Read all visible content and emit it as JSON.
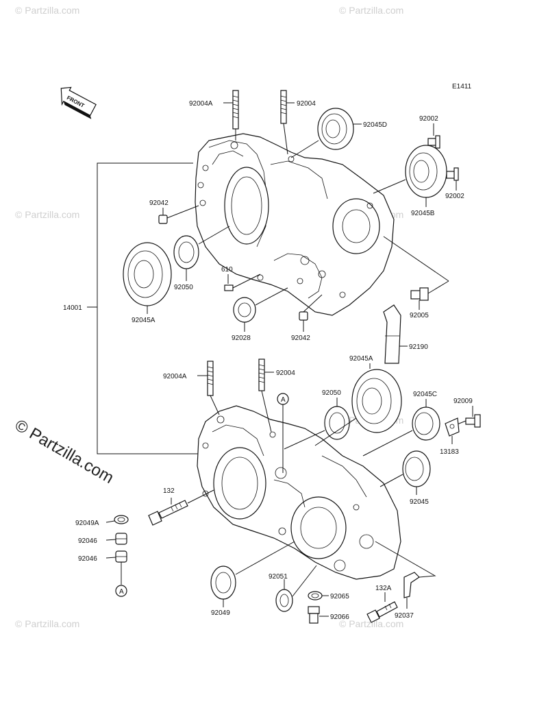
{
  "diagram_code": "E1411",
  "front_label": "FRONT",
  "watermark": "© Partzilla.com",
  "watermark_side": "© Partzilla.com",
  "callouts": {
    "c14001": "14001",
    "c92004A_top": "92004A",
    "c92004_top": "92004",
    "c92045D": "92045D",
    "c92002_a": "92002",
    "c92002_b": "92002",
    "c92045B": "92045B",
    "c92042_a": "92042",
    "c92050_a": "92050",
    "c610": "610",
    "c92045A_a": "92045A",
    "c92028": "92028",
    "c92042_b": "92042",
    "c92005": "92005",
    "c92190": "92190",
    "c92045A_b": "92045A",
    "c92004A_bot": "92004A",
    "c92004_bot": "92004",
    "c92050_b": "92050",
    "c92045C": "92045C",
    "c92009": "92009",
    "c13183": "13183",
    "c132": "132",
    "c92045": "92045",
    "c92049A": "92049A",
    "c92046_a": "92046",
    "c92046_b": "92046",
    "c92051": "92051",
    "c92065": "92065",
    "c132A": "132A",
    "c92049": "92049",
    "c92066": "92066",
    "c92037": "92037",
    "ref_A_top": "A",
    "ref_A_bottom": "A"
  }
}
